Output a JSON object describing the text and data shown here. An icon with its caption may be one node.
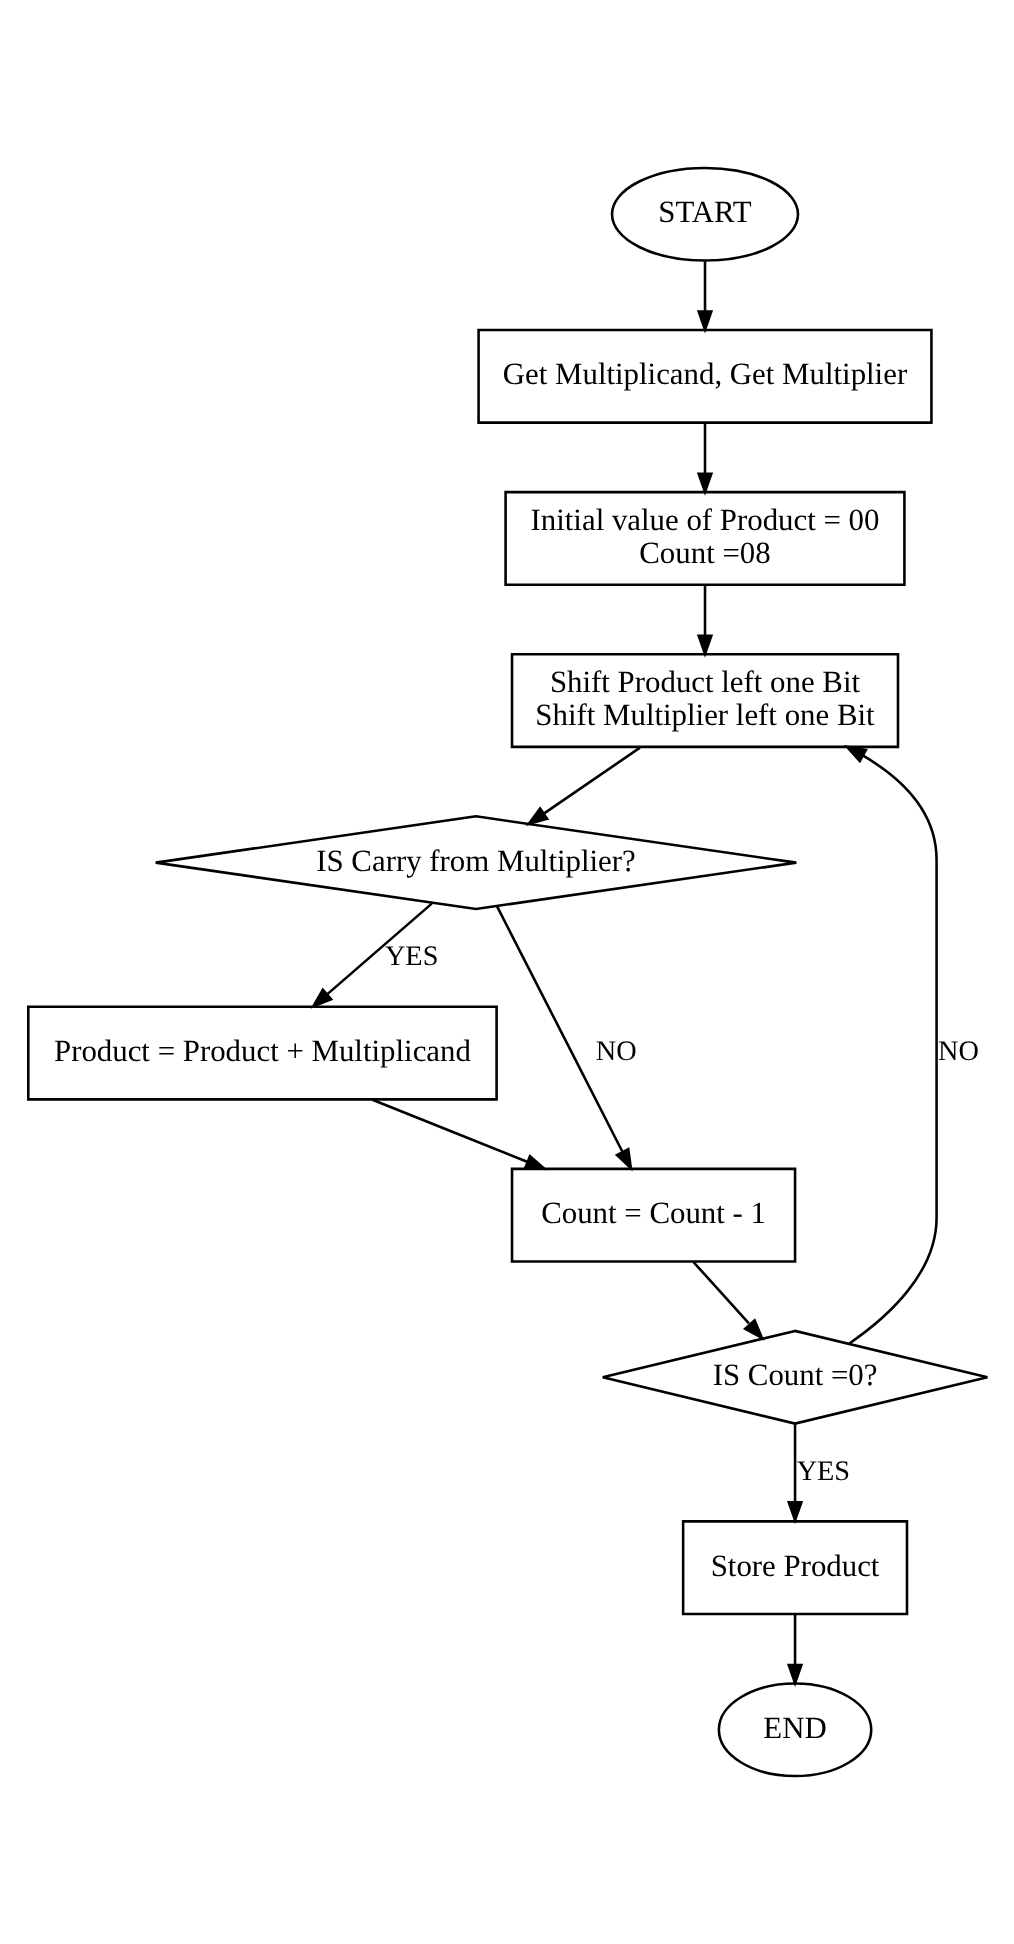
{
  "diagram": {
    "nodes": [
      {
        "text": [
          "START"
        ]
      },
      {
        "text": [
          "Get Multiplicand, Get Multiplier"
        ]
      },
      {
        "text": [
          "Initial value of Product = 00",
          "Count =08"
        ]
      },
      {
        "text": [
          "Shift Product left one Bit",
          "Shift Multiplier left one Bit"
        ]
      },
      {
        "text": [
          "IS Carry from Multiplier?"
        ]
      },
      {
        "text": [
          "Product = Product + Multiplicand"
        ]
      },
      {
        "text": [
          "Count = Count - 1"
        ]
      },
      {
        "text": [
          "IS Count =0?"
        ]
      },
      {
        "text": [
          "Store Product"
        ]
      },
      {
        "text": [
          "END"
        ]
      }
    ],
    "edges": [
      {
        "from": 0,
        "to": 1,
        "arrow": "to"
      },
      {
        "from": 1,
        "to": 2,
        "arrow": "to"
      },
      {
        "from": 2,
        "to": 3,
        "arrow": "to"
      },
      {
        "from": 3,
        "to": 4,
        "arrow": "to"
      },
      {
        "from": 4,
        "to": 5,
        "arrow": "to",
        "label": "YES"
      },
      {
        "from": 4,
        "to": 6,
        "arrow": "to",
        "label": "NO"
      },
      {
        "from": 5,
        "to": 6,
        "arrow": "to"
      },
      {
        "from": 6,
        "to": 7,
        "arrow": "to"
      },
      {
        "from": 7,
        "to": 3,
        "arrow": "to",
        "label": "NO"
      },
      {
        "from": 7,
        "to": 8,
        "arrow": "to",
        "label": "YES"
      },
      {
        "from": 8,
        "to": 9,
        "arrow": "to"
      }
    ]
  }
}
